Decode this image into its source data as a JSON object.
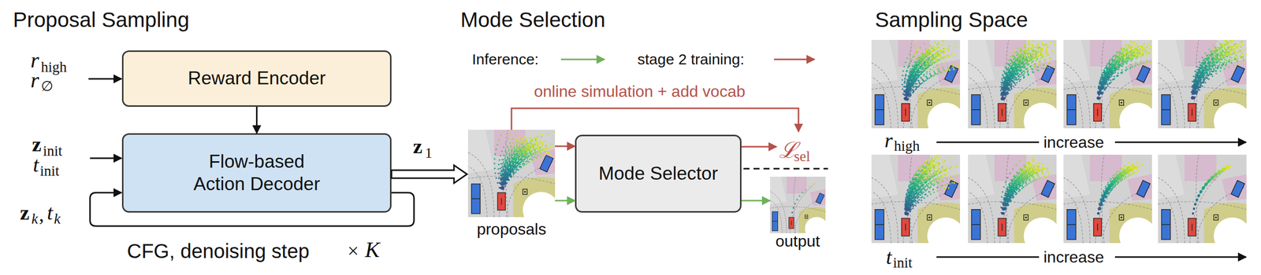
{
  "diagram": {
    "nodes": [
      {
        "text": [
          "Reward Encoder"
        ]
      },
      {
        "text": [
          "Flow-based Action Decoder"
        ]
      },
      {
        "text": [
          "proposals"
        ]
      },
      {
        "text": [
          "Mode Selector"
        ]
      },
      {
        "text": [
          "output"
        ]
      }
    ],
    "edges": [
      {
        "from": 0,
        "to": 1,
        "arrow": "to"
      },
      {
        "from": 1,
        "to": 2,
        "arrow": "to"
      },
      {
        "from": 2,
        "to": 3,
        "arrow": "to"
      },
      {
        "from": 2,
        "to": 3,
        "arrow": "to"
      },
      {
        "from": 3,
        "to": 4,
        "arrow": "to"
      }
    ],
    "labels": [
      "Proposal Sampling",
      "r",
      "high",
      "r",
      "∅",
      "z",
      "init",
      "t",
      "init",
      "z",
      "k",
      ",",
      "t",
      "k",
      "CFG, denoising step",
      "×",
      "K",
      "Mode Selection",
      "online simulation + add vocab",
      "ℒ",
      "sel",
      "Sampling Space",
      "r",
      "high",
      "increase",
      "t",
      "init",
      "increase",
      "z",
      "1"
    ],
    "legend": [
      {
        "text": "Inference:"
      },
      {
        "text": "stage 2 training:"
      }
    ]
  }
}
